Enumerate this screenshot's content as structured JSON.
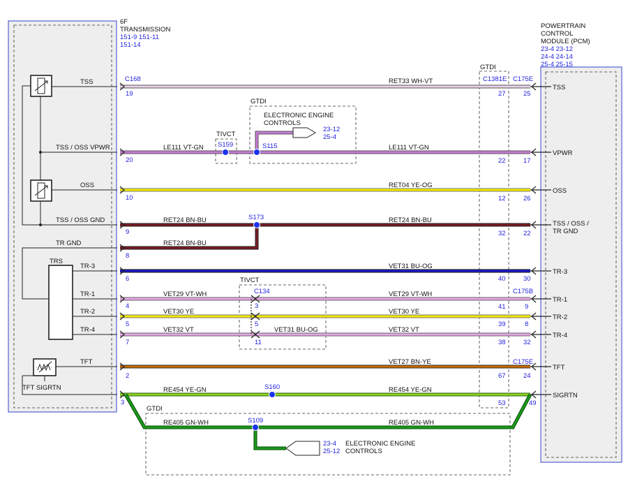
{
  "module_left": {
    "title": [
      "6F",
      "TRANSMISSION"
    ],
    "refs": [
      "151-9   151-11",
      "151-14"
    ]
  },
  "module_right": {
    "title": [
      "POWERTRAIN",
      "CONTROL",
      "MODULE (PCM)"
    ],
    "refs": [
      "23-4    23-12",
      "24-4    24-14",
      "25-4    25-15"
    ]
  },
  "sensors": {
    "trs": "TRS"
  },
  "connectors": {
    "c168": "C168",
    "c175e_top": "C175E",
    "c1381e": "C1381E",
    "c175b": "C175B",
    "c175e_bottom": "C175E",
    "c134": "C134"
  },
  "splices": {
    "s159": "S159",
    "s115": "S115",
    "s173": "S173",
    "s160": "S160",
    "s109": "S109"
  },
  "zones": {
    "gtdi_pcm": "GTDI",
    "gtdi_eec": "GTDI",
    "tivct_s159": "TIVCT",
    "tivct_c134": "TIVCT",
    "gtdi_bottom": "GTDI"
  },
  "eec_top": {
    "title": [
      "ELECTRONIC ENGINE",
      "CONTROLS"
    ],
    "refs": [
      "23-12",
      "25-4"
    ]
  },
  "eec_bottom": {
    "title": [
      "ELECTRONIC ENGINE",
      "CONTROLS"
    ],
    "refs": [
      "23-4",
      "25-12"
    ]
  },
  "left_labels": {
    "tss": "TSS",
    "tss_oss_vpwr": "TSS / OSS VPWR",
    "oss": "OSS",
    "tss_oss_gnd": "TSS / OSS GND",
    "tr_gnd": "TR GND",
    "tr3": "TR-3",
    "tr1": "TR-1",
    "tr2": "TR-2",
    "tr4": "TR-4",
    "tft": "TFT",
    "tft_sigrtn": "TFT SIGRTN"
  },
  "right_labels": {
    "tss": "TSS",
    "vpwr": "VPWR",
    "oss": "OSS",
    "gnd_line1": "TSS / OSS /",
    "gnd_line2": "TR GND",
    "tr3": "TR-3",
    "tr1": "TR-1",
    "tr2": "TR-2",
    "tr4": "TR-4",
    "tft": "TFT",
    "sigrtn": "SIGRTN"
  },
  "wire_labels": {
    "tss_r": "RET33   WH-VT",
    "vpwr_l": "LE111   VT-GN",
    "vpwr_r": "LE111   VT-GN",
    "oss_r": "RET04   YE-OG",
    "gnd_l": "RET24   BN-BU",
    "gnd_r": "RET24   BN-BU",
    "trgnd_l": "RET24   BN-BU",
    "tr3_r": "VET31   BU-OG",
    "tr1_l": "VET29   VT-WH",
    "tr1_r": "VET29   VT-WH",
    "tr2_l": "VET30   YE",
    "tr2_r": "VET30   YE",
    "tr4_l": "VET32   VT",
    "tr4_mid": "VET31   BU-OG",
    "tr4_r": "VET32   VT",
    "tft_r": "VET27   BN-YE",
    "sig_l": "RE454   YE-GN",
    "sig_r": "RE454   YE-GN",
    "bot_l": "RE405   GN-WH",
    "bot_r": "RE405   GN-WH"
  },
  "pins": {
    "left": {
      "tss": "19",
      "vpwr": "20",
      "oss": "10",
      "gnd": "9",
      "trgnd": "8",
      "tr3": "6",
      "tr1": "4",
      "tr2": "5",
      "tr4": "7",
      "tft": "2",
      "sigrtn": "3"
    },
    "mid": {
      "tss": "27",
      "vpwr": "22",
      "oss": "12",
      "gnd": "32",
      "tr3": "40",
      "tr1": "41",
      "tr2": "39",
      "tr4": "38",
      "tft": "67",
      "sigrtn": "53"
    },
    "right": {
      "tss": "25",
      "vpwr": "17",
      "oss": "26",
      "gnd": "22",
      "tr3": "30",
      "tr1": "9",
      "tr2": "8",
      "tr4": "32",
      "tft": "24",
      "sigrtn": "49"
    },
    "c134": {
      "tr1": "3",
      "tr2": "5",
      "tr4": "11"
    }
  },
  "colors": {
    "module_border": "#3344cc",
    "module_fill": "#eeeeee",
    "pin_blue": "#2222dd",
    "splice": "#1a33ee",
    "wire_vt_wh": "#e8a6e8",
    "wire_vt_gn": "#c77bd6",
    "wire_ye": "#f2e800",
    "wire_bn_bu": "#7a1a22",
    "wire_bu": "#1a1acc",
    "wire_bn_ye": "#c86a00",
    "wire_gn_ye": "#8fcf20",
    "wire_gn": "#1a8a1a"
  }
}
